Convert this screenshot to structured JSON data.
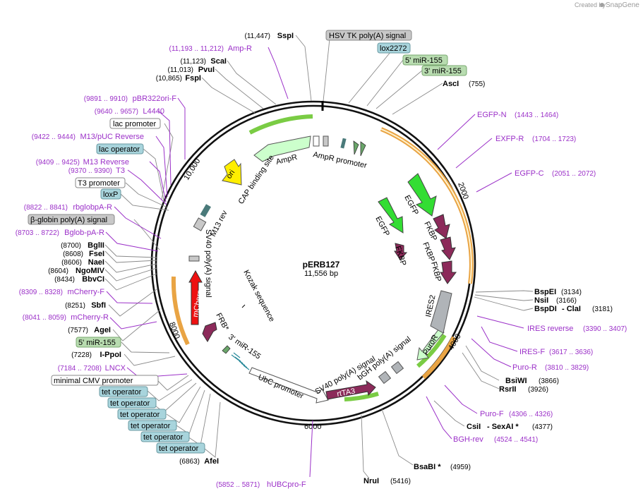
{
  "credit": "Created by",
  "brand": "SnapGene",
  "plasmid": {
    "name": "pERB127",
    "size": "11,556 bp"
  },
  "ticks": [
    "2000",
    "4000",
    "6000",
    "8000",
    "10,000"
  ],
  "enzymes_right": [
    {
      "name": "AscI",
      "pos": "(755)"
    },
    {
      "name": "BspEI",
      "pos": "(3134)"
    },
    {
      "name": "NsiI",
      "pos": "(3166)"
    },
    {
      "name": "BspDI",
      "suffix": "- ClaI",
      "pos": "(3181)"
    },
    {
      "name": "BsiWI",
      "pos": "(3866)"
    },
    {
      "name": "RsrII",
      "pos": "(3926)"
    },
    {
      "name": "CsiI",
      "suffix": "- SexAI *",
      "pos": "(4377)"
    },
    {
      "name": "BsaBI *",
      "pos": "(4959)"
    },
    {
      "name": "NruI",
      "pos": "(5416)"
    }
  ],
  "enzymes_left": [
    {
      "name": "SspI",
      "pos": "(11,447)"
    },
    {
      "name": "ScaI",
      "pos": "(11,123)"
    },
    {
      "name": "PvuI",
      "pos": "(11,013)"
    },
    {
      "name": "FspI",
      "pos": "(10,865)"
    },
    {
      "name": "BglII",
      "pos": "(8700)"
    },
    {
      "name": "FseI",
      "pos": "(8608)"
    },
    {
      "name": "NaeI",
      "pos": "(8606)"
    },
    {
      "name": "NgoMIV",
      "pos": "(8604)"
    },
    {
      "name": "BbvCI",
      "pos": "(8434)"
    },
    {
      "name": "SbfI",
      "pos": "(8251)"
    },
    {
      "name": "AgeI",
      "pos": "(7577)"
    },
    {
      "name": "I-PpoI",
      "pos": "(7228)"
    },
    {
      "name": "AfeI",
      "pos": "(6863)"
    }
  ],
  "primers_right": [
    {
      "name": "EGFP-N",
      "pos": "(1443 .. 1464)"
    },
    {
      "name": "EXFP-R",
      "pos": "(1704 .. 1723)"
    },
    {
      "name": "EGFP-C",
      "pos": "(2051 .. 2072)"
    },
    {
      "name": "IRES reverse",
      "pos": "(3390 .. 3407)"
    },
    {
      "name": "IRES-F",
      "pos": "(3617 .. 3636)"
    },
    {
      "name": "Puro-R",
      "pos": "(3810 .. 3829)"
    },
    {
      "name": "Puro-F",
      "pos": "(4306 .. 4326)"
    },
    {
      "name": "BGH-rev",
      "pos": "(4524 .. 4541)"
    }
  ],
  "primers_left": [
    {
      "name": "Amp-R",
      "pos": "(11,193 .. 11,212)"
    },
    {
      "name": "pBR322ori-F",
      "pos": "(9891 .. 9910)"
    },
    {
      "name": "L4440",
      "pos": "(9640 .. 9657)"
    },
    {
      "name": "M13/pUC Reverse",
      "pos": "(9422 .. 9444)"
    },
    {
      "name": "M13 Reverse",
      "pos": "(9409 .. 9425)"
    },
    {
      "name": "T3",
      "pos": "(9370 .. 9390)"
    },
    {
      "name": "rbglobpA-R",
      "pos": "(8822 .. 8841)"
    },
    {
      "name": "Bglob-pA-R",
      "pos": "(8703 .. 8722)"
    },
    {
      "name": "mCherry-F",
      "pos": "(8309 .. 8328)"
    },
    {
      "name": "mCherry-R",
      "pos": "(8041 .. 8059)"
    },
    {
      "name": "LNCX",
      "pos": "(7184 .. 7208)"
    },
    {
      "name": "hUBCpro-F",
      "pos": "(5852 .. 5871)"
    }
  ],
  "boxes": {
    "hsv": "HSV TK poly(A) signal",
    "lox2272": "lox2272",
    "mir5_top": "5' miR-155",
    "mir3_top": "3' miR-155",
    "lac_promoter": "lac promoter",
    "lac_operator": "lac operator",
    "t3_promoter": "T3 promoter",
    "loxp": "loxP",
    "bglobin": "β-globin poly(A) signal",
    "mir5_left": "5' miR-155",
    "cmv": "minimal CMV promoter",
    "tet_operator": "tet operator"
  },
  "features": {
    "ampr": "AmpR",
    "ampr_promoter": "AmpR promoter",
    "ori": "ori",
    "cap": "CAP binding site",
    "m13rev": "M13 rev",
    "sv40pa_left": "SV40 poly(A) signal",
    "kozak": "Kozak sequence",
    "mcherry": "mCherry",
    "frb": "FRB*",
    "mir3_inner": "3' miR-155",
    "egfp1": "EGFP",
    "egfp2": "EGFP",
    "fkbp1": "FKBP",
    "fkbp2": "FKBP",
    "fkbp3": "FKBP",
    "fkbp4": "FKBP",
    "ires2": "IRES2",
    "puror": "PuroR",
    "bgh": "bGH poly(A) signal",
    "sv40pa": "SV40 poly(A) signal",
    "rtta3": "rtTA3",
    "ubc": "UbC promoter"
  },
  "colors": {
    "primer": "#9b30c8",
    "egfp": "#33dd33",
    "fkbp": "#8c2a5a",
    "mcherry": "#ee1111",
    "ori": "#ffee00",
    "ampr": "#ccffcc",
    "ires": "#b0b4b8",
    "orf": "#f5b342",
    "box_gray": "#c8c8c8",
    "box_blue": "#a8d4dc",
    "box_green": "#b8dcb0"
  }
}
